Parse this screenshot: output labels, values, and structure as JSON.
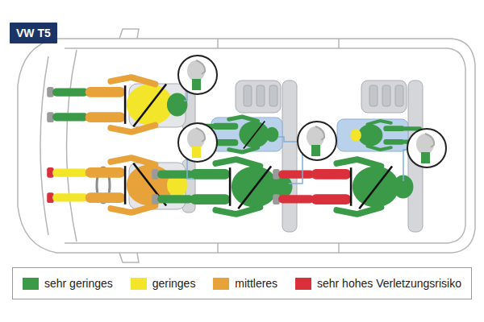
{
  "diagram": {
    "title": "VW T5",
    "legend": [
      {
        "text": "sehr geringes",
        "color": "#3a9a48"
      },
      {
        "text": "geringes",
        "color": "#f2e52a"
      },
      {
        "text": "mittleres",
        "color": "#e8a23a"
      },
      {
        "text": "sehr hohes Verletzungsrisiko",
        "color": "#d9303c"
      }
    ]
  }
}
